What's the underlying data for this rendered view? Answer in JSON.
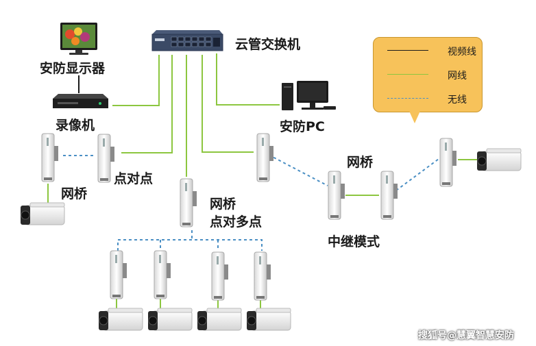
{
  "labels": {
    "monitor": "安防显示器",
    "switch": "云管交换机",
    "nvr": "录像机",
    "pc": "安防PC",
    "p2p": "点对点",
    "bridge_left": "网桥",
    "bridge_multi_1": "网桥",
    "bridge_multi_2": "点对多点",
    "bridge_relay": "网桥",
    "relay_mode": "中继模式"
  },
  "legend": {
    "items": [
      {
        "label": "视频线",
        "style": "solid",
        "color": "#1a1a1a"
      },
      {
        "label": "网线",
        "style": "solid",
        "color": "#8cc63f"
      },
      {
        "label": "无线",
        "style": "dashed",
        "color": "#4a8fc4"
      }
    ]
  },
  "watermark": "搜狐号@慧翼智慧安防",
  "colors": {
    "network": "#8cc63f",
    "wireless": "#4a8fc4",
    "video": "#1a1a1a",
    "legend_bg": "#f7c25a"
  }
}
